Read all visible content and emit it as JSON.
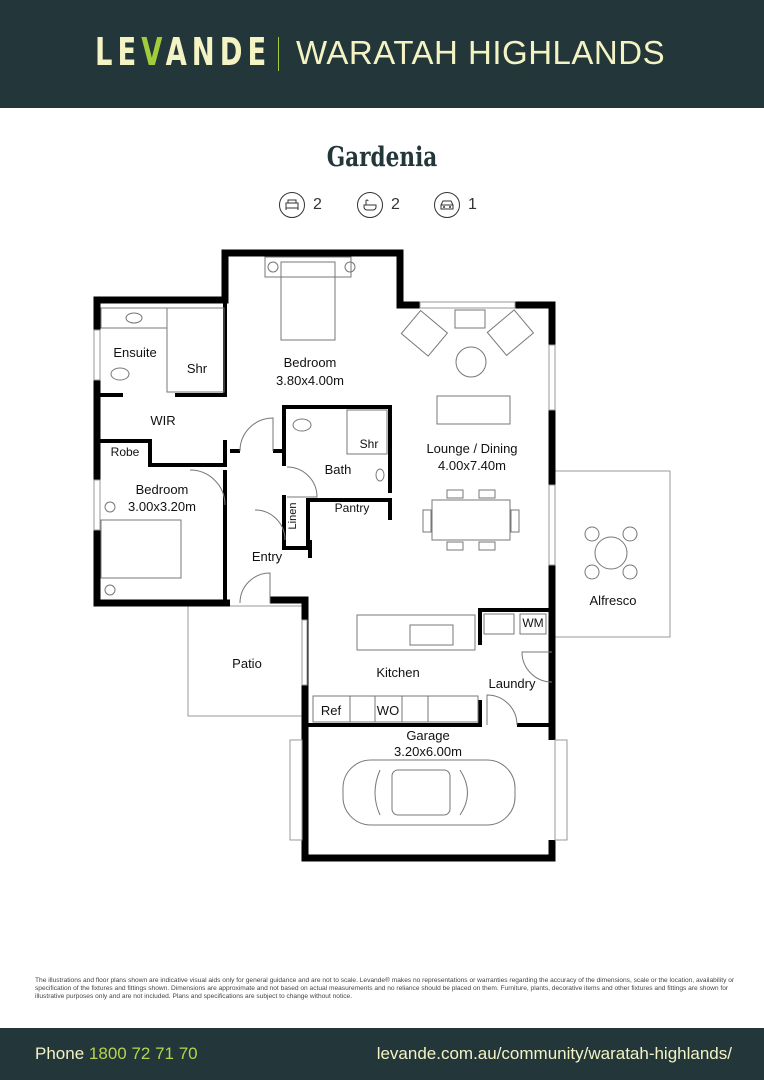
{
  "header": {
    "brand": "LEVANDE",
    "brand_parts": [
      "LE",
      "V",
      "ANDE"
    ],
    "community": "WARATAH HIGHLANDS",
    "colors": {
      "background": "#23363a",
      "text": "#f3f3c3",
      "accent": "#a3cc3c"
    }
  },
  "plan": {
    "name": "Gardenia",
    "specs": [
      {
        "icon": "bed-icon",
        "count": "2"
      },
      {
        "icon": "bath-icon",
        "count": "2"
      },
      {
        "icon": "car-icon",
        "count": "1"
      }
    ],
    "rooms": {
      "ensuite": "Ensuite",
      "ensuite_shower": "Shr",
      "master_bedroom": "Bedroom",
      "master_bedroom_size": "3.80x4.00m",
      "wir": "WIR",
      "robe": "Robe",
      "bedroom2": "Bedroom",
      "bedroom2_size": "3.00x3.20m",
      "bath": "Bath",
      "bath_shower": "Shr",
      "lounge": "Lounge / Dining",
      "lounge_size": "4.00x7.40m",
      "pantry": "Pantry",
      "linen": "Linen",
      "entry": "Entry",
      "alfresco": "Alfresco",
      "patio": "Patio",
      "kitchen": "Kitchen",
      "laundry": "Laundry",
      "wm": "WM",
      "ref": "Ref",
      "wo": "WO",
      "garage": "Garage",
      "garage_size": "3.20x6.00m"
    }
  },
  "disclaimer": "The illustrations and floor plans shown are indicative visual aids only for general guidance and are not to scale. Levande® makes no representations or warranties regarding the accuracy of the dimensions, scale or the location, availability or specification of the fixtures and fittings shown. Dimensions are approximate and not based on actual measurements and no reliance should be placed on them. Furniture, plants, decorative items and other fixtures and fittings are shown for illustrative purposes only and are not included. Plans and specifications are subject to change without notice.",
  "footer": {
    "phone_label": "Phone",
    "phone_number": "1800 72 71 70",
    "url": "levande.com.au/community/waratah-highlands/"
  }
}
